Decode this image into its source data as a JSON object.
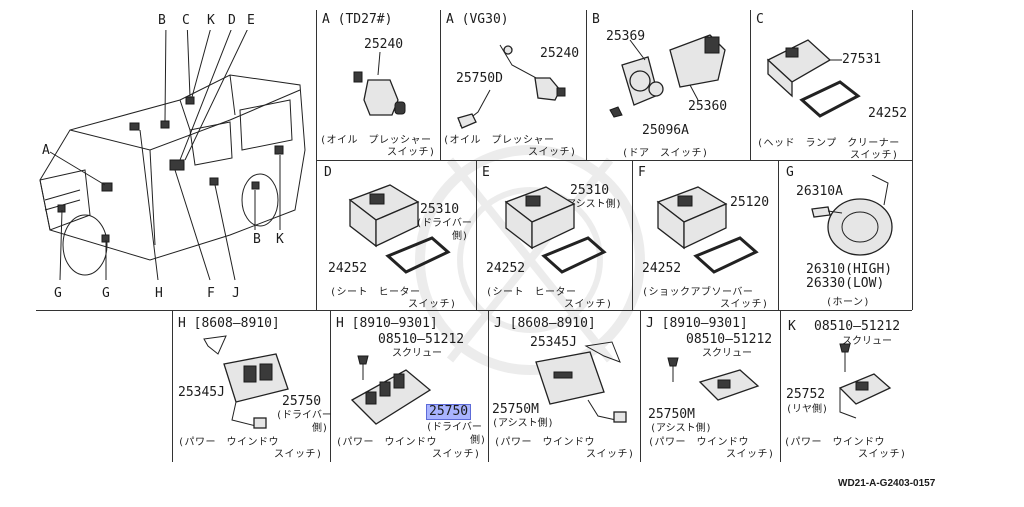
{
  "drawing_id": "WD21-A-G2403-0157",
  "car": {
    "callouts_top": [
      "B",
      "C",
      "K",
      "D",
      "E"
    ],
    "callout_a": "A",
    "callouts_bottom": [
      "G",
      "G",
      "H",
      "F",
      "J",
      "B",
      "K"
    ]
  },
  "panels": {
    "a_td27": {
      "header": "A (TD27#)",
      "part1": "25240",
      "caption1": "(オイル　プレッシャー",
      "caption2": "スイッチ)"
    },
    "a_vg30": {
      "header": "A (VG30)",
      "part1": "25240",
      "part2": "25750D",
      "caption1": "(オイル　プレッシャー",
      "caption2": "スイッチ)"
    },
    "b": {
      "header": "B",
      "part1": "25369",
      "part2": "25360",
      "part3": "25096A",
      "caption1": "(ドア　スイッチ)"
    },
    "c": {
      "header": "C",
      "part1": "27531",
      "part2": "24252",
      "caption1": "(ヘッド　ランプ　クリーナー",
      "caption2": "スイッチ)"
    },
    "d": {
      "header": "D",
      "part1": "25310",
      "part1_note": "(ドライバー",
      "part1_note2": "側)",
      "part2": "24252",
      "caption1": "(シート　ヒーター",
      "caption2": "スイッチ)"
    },
    "e": {
      "header": "E",
      "part1": "25310",
      "part1_note": "(アシスト側)",
      "part2": "24252",
      "caption1": "(シート　ヒーター",
      "caption2": "スイッチ)"
    },
    "f": {
      "header": "F",
      "part1": "25120",
      "part2": "24252",
      "caption1": "(ショックアブソーバー",
      "caption2": "スイッチ)"
    },
    "g": {
      "header": "G",
      "part1": "26310A",
      "part2": "26310(HIGH)",
      "part3": "26330(LOW)",
      "caption1": "(ホーン)"
    },
    "h1": {
      "header": "H [8608—8910]",
      "part1": "25345J",
      "part2": "25750",
      "part2_note": "(ドライバー",
      "part2_note2": "側)",
      "caption1": "(パワー　ウインドウ",
      "caption2": "スイッチ)"
    },
    "h2": {
      "header": "H [8910—9301]",
      "part1": "08510—51212",
      "part1_note": "スクリュー",
      "part2": "25750",
      "part2_note": "(ドライバー",
      "part2_note2": "側)",
      "caption1": "(パワー　ウインドウ",
      "caption2": "スイッチ)"
    },
    "j1": {
      "header": "J [8608—8910]",
      "part1": "25345J",
      "part2": "25750M",
      "part2_note": "(アシスト側)",
      "caption1": "(パワー　ウインドウ",
      "caption2": "スイッチ)"
    },
    "j2": {
      "header": "J [8910—9301]",
      "part1": "08510—51212",
      "part1_note": "スクリュー",
      "part2": "25750M",
      "part2_note": "(アシスト側)",
      "caption1": "(パワー　ウインドウ",
      "caption2": "スイッチ)"
    },
    "k": {
      "header": "K",
      "part1": "08510—51212",
      "part1_note": "スクリュー",
      "part2": "25752",
      "part2_note": "(リヤ側)",
      "caption1": "(パワー　ウインドウ",
      "caption2": "スイッチ)"
    }
  },
  "colors": {
    "line": "#222222",
    "highlight": "#a9b4ff",
    "highlight_border": "#5d6bd8"
  }
}
